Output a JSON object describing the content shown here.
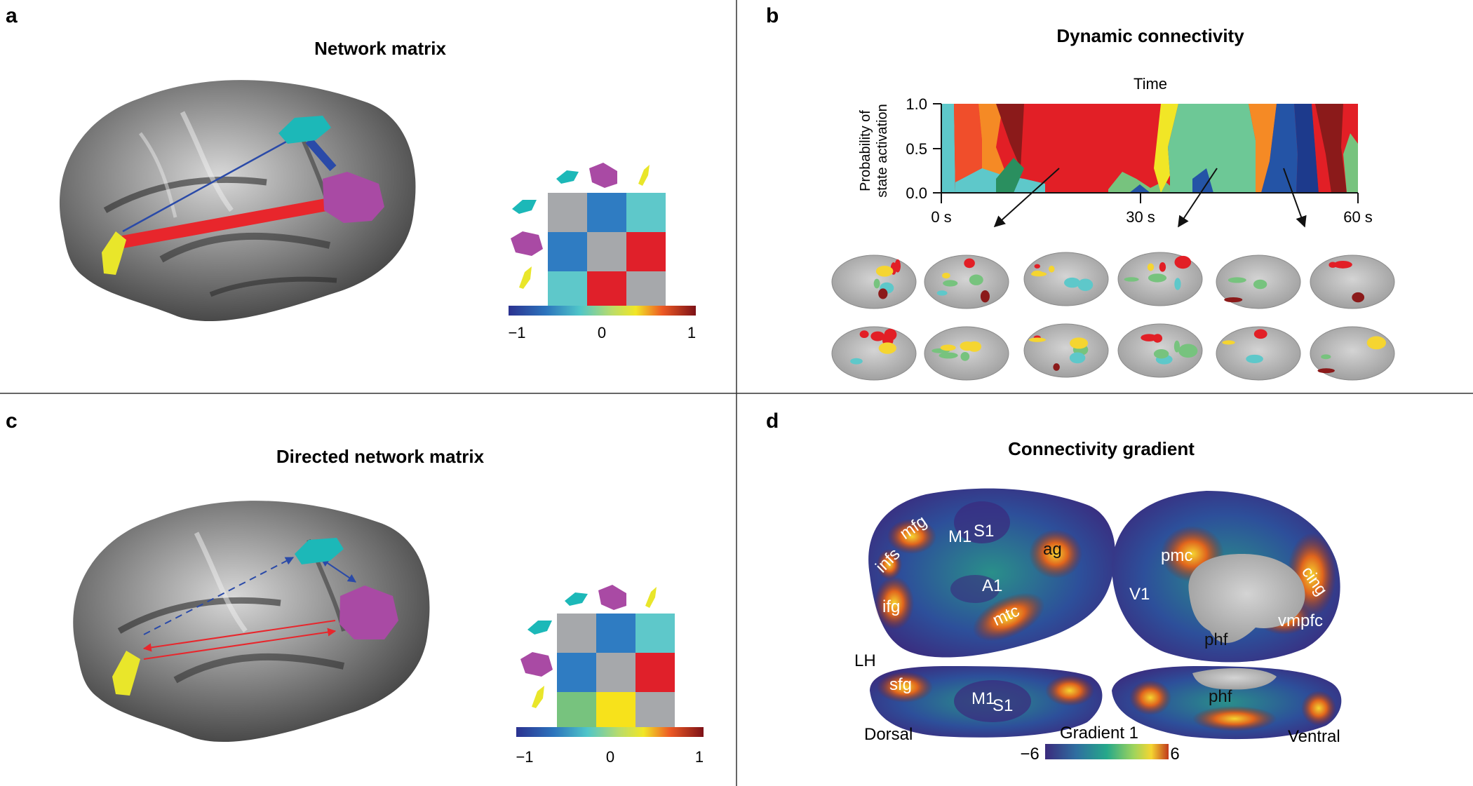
{
  "panels": {
    "a": {
      "letter": "a",
      "title": "Network matrix"
    },
    "b": {
      "letter": "b",
      "title": "Dynamic connectivity"
    },
    "c": {
      "letter": "c",
      "title": "Directed network matrix"
    },
    "d": {
      "letter": "d",
      "title": "Connectivity gradient"
    }
  },
  "colorbar_ab": {
    "min_label": "−1",
    "mid_label": "0",
    "max_label": "1"
  },
  "colorbar_d": {
    "title": "Gradient 1",
    "min_label": "−6",
    "max_label": "6"
  },
  "dynamic": {
    "xlabel": "Time",
    "ylabel_line1": "Probability of",
    "ylabel_line2": "state activation",
    "y_ticks": [
      "1.0",
      "0.5",
      "0.0"
    ],
    "x_ticks": [
      "0 s",
      "30 s",
      "60 s"
    ]
  },
  "gradient_labels": {
    "lateral": [
      "mfg",
      "M1",
      "S1",
      "ag",
      "infs",
      "A1",
      "ifg",
      "mtc"
    ],
    "medial": [
      "pmc",
      "cing",
      "V1",
      "vmpfc",
      "phf"
    ],
    "dorsal": [
      "sfg",
      "M1",
      "S1"
    ],
    "ventral": [
      "phf"
    ],
    "views": {
      "lh": "LH",
      "dorsal": "Dorsal",
      "ventral": "Ventral"
    }
  },
  "matrix_a": [
    [
      "#a6a8ab",
      "#2f7cc2",
      "#5ec8ca"
    ],
    [
      "#2f7cc2",
      "#a6a8ab",
      "#e0202a"
    ],
    [
      "#5ec8ca",
      "#e0202a",
      "#a6a8ab"
    ]
  ],
  "matrix_c": [
    [
      "#a6a8ab",
      "#2f7cc2",
      "#5ec8ca"
    ],
    [
      "#2f7cc2",
      "#a6a8ab",
      "#e0202a"
    ],
    [
      "#77c37e",
      "#f7e21b",
      "#a6a8ab"
    ]
  ],
  "colors": {
    "cyan_node": "#1cb8b8",
    "magenta_node": "#a94aa4",
    "yellow_node": "#e9e62a",
    "positive_edge": "#e8262c",
    "negative_edge": "#2a4aa8",
    "brain_gray": "#6b6b6b"
  }
}
